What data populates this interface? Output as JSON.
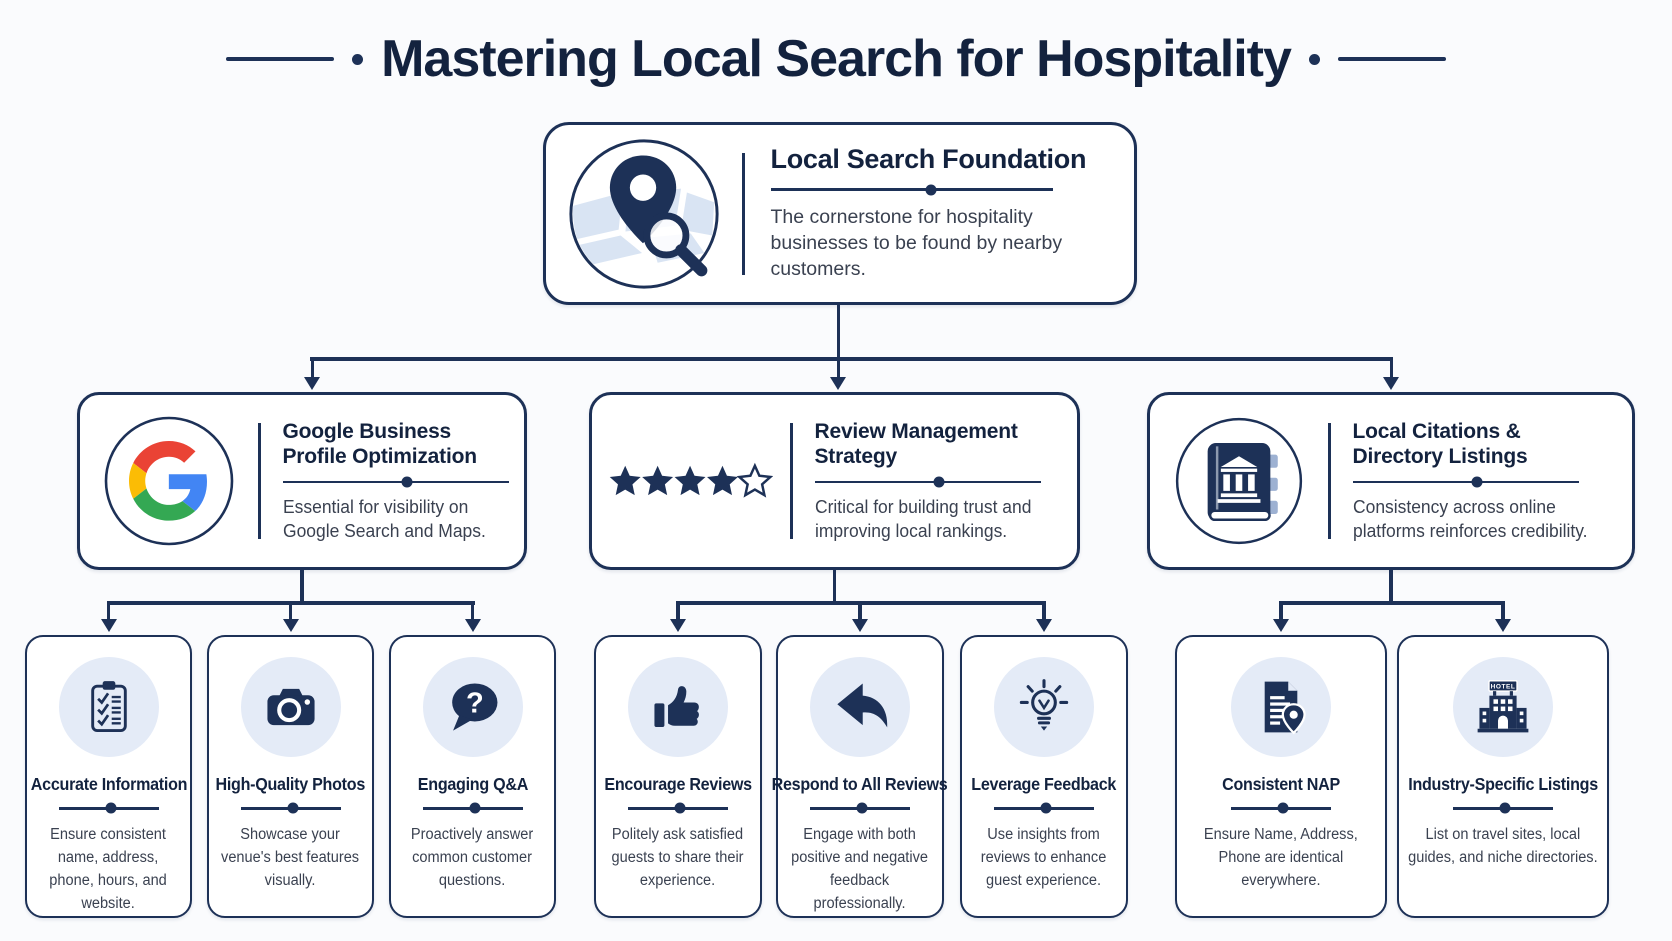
{
  "colors": {
    "navy": "#1d3157",
    "title_text": "#13223e",
    "desc_text": "#3a4150",
    "icon_circle_bg": "#e4ebf7",
    "page_bg": "#fafbfd",
    "box_bg": "#ffffff",
    "google_blue": "#4285F4",
    "google_red": "#EA4335",
    "google_yellow": "#FBBC05",
    "google_green": "#34A853"
  },
  "header": {
    "title": "Mastering Local Search for Hospitality"
  },
  "root": {
    "icon": "map-pin-magnifier-icon",
    "title": "Local Search Foundation",
    "description": "The cornerstone for hospitality businesses to be found by nearby customers."
  },
  "branches": [
    {
      "icon": "google-logo-icon",
      "title": "Google Business Profile Optimization",
      "description": "Essential for visibility on Google Search and Maps.",
      "children": [
        {
          "icon": "checklist-clipboard-icon",
          "title": "Accurate Information",
          "description": "Ensure consistent name, address, phone, hours, and website."
        },
        {
          "icon": "camera-icon",
          "title": "High-Quality Photos",
          "description": "Showcase your venue's best features visually."
        },
        {
          "icon": "question-bubble-icon",
          "title": "Engaging Q&A",
          "description": "Proactively answer common customer questions."
        }
      ]
    },
    {
      "icon": "star-rating-icon",
      "rating_filled": 4,
      "rating_total": 5,
      "title": "Review Management Strategy",
      "description": "Critical for building trust and improving local rankings.",
      "children": [
        {
          "icon": "thumbs-up-icon",
          "title": "Encourage Reviews",
          "description": "Politely ask satisfied guests to share their experience."
        },
        {
          "icon": "reply-arrow-icon",
          "title": "Respond to All Reviews",
          "description": "Engage with both positive and negative feedback professionally."
        },
        {
          "icon": "lightbulb-icon",
          "title": "Leverage Feedback",
          "description": "Use insights from reviews to enhance guest experience."
        }
      ]
    },
    {
      "icon": "directory-book-icon",
      "title": "Local Citations & Directory Listings",
      "description": "Consistency across online platforms reinforces credibility.",
      "children": [
        {
          "icon": "document-location-icon",
          "title": "Consistent NAP",
          "description": "Ensure Name, Address, Phone are identical everywhere."
        },
        {
          "icon": "hotel-building-icon",
          "title": "Industry-Specific Listings",
          "description": "List on travel sites, local guides, and niche directories."
        }
      ]
    }
  ]
}
